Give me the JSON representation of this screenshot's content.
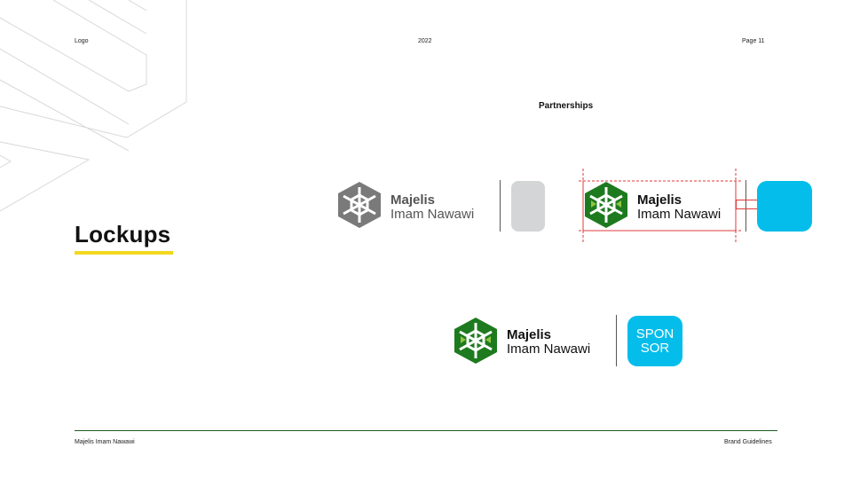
{
  "header": {
    "left": "Logo",
    "center": "2022",
    "right": "Page 11"
  },
  "main": {
    "title": "Lockups",
    "section_title": "Partnerships"
  },
  "lockups": {
    "brand_line1": "Majelis",
    "brand_line2": "Imam Nawawi",
    "sponsor_line1": "SPON",
    "sponsor_line2": "SOR"
  },
  "footer": {
    "left": "Majelis Imam Nawawi",
    "right": "Brand Guidelines"
  },
  "colors": {
    "accent_yellow": "#f2d81e",
    "logo_green": "#1e7a1e",
    "logo_lime": "#8cc63f",
    "logo_grey": "#7a7a7a",
    "sponsor_blue": "#04bdea",
    "placeholder_grey": "#d4d5d6",
    "guide_red": "#e03a3a",
    "footer_rule": "#1f5c1f"
  }
}
